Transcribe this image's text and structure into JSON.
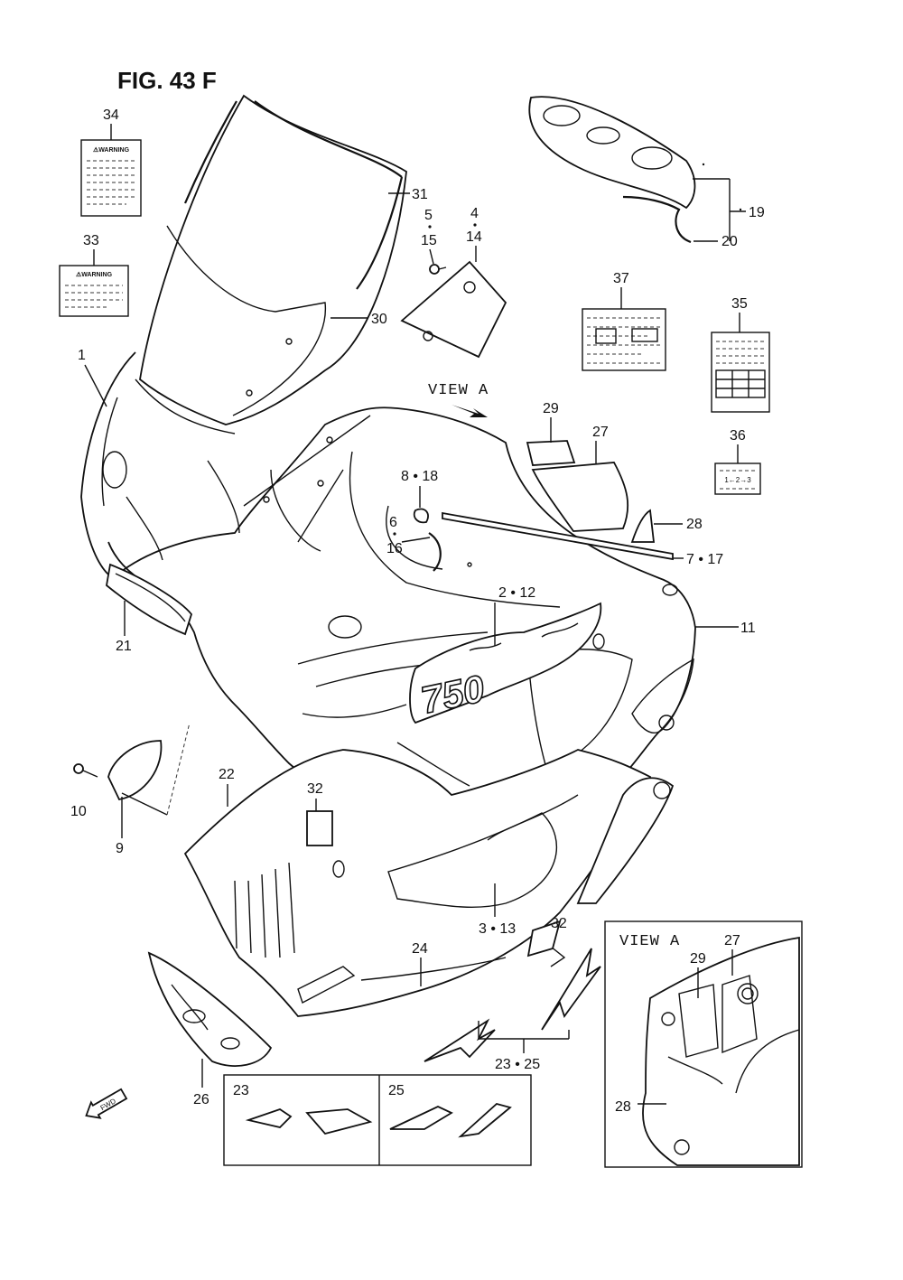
{
  "figure": {
    "title": "FIG. 43 F"
  },
  "views": {
    "view_a_arrow_label": "VIEW A",
    "view_a_inset_label": "VIEW A",
    "fwd_label": "FWD"
  },
  "warning_labels": {
    "label_34_text": "⚠WARNING",
    "label_33_text": "⚠WARNING",
    "label_36_text": "1←2→3"
  },
  "callouts": {
    "c34": "34",
    "c33": "33",
    "c1": "1",
    "c31": "31",
    "c30": "30",
    "c5": "5",
    "c15": "15",
    "c4": "4",
    "c14": "14",
    "c19": "19",
    "c20": "20",
    "c37": "37",
    "c35": "35",
    "c29": "29",
    "c27": "27",
    "c36": "36",
    "c8_18": "8 • 18",
    "c6": "6",
    "c16": "16",
    "c28": "28",
    "c7_17": "7 • 17",
    "c2_12": "2 • 12",
    "c11": "11",
    "c21": "21",
    "c10": "10",
    "c9": "9",
    "c22": "22",
    "c32a": "32",
    "c32b": "32",
    "c3_13": "3 • 13",
    "c24": "24",
    "c23_25": "23 • 25",
    "c26": "26",
    "c23_box": "23",
    "c25_box": "25",
    "inset_29": "29",
    "inset_27": "27",
    "inset_28": "28"
  },
  "decal_text": "750"
}
